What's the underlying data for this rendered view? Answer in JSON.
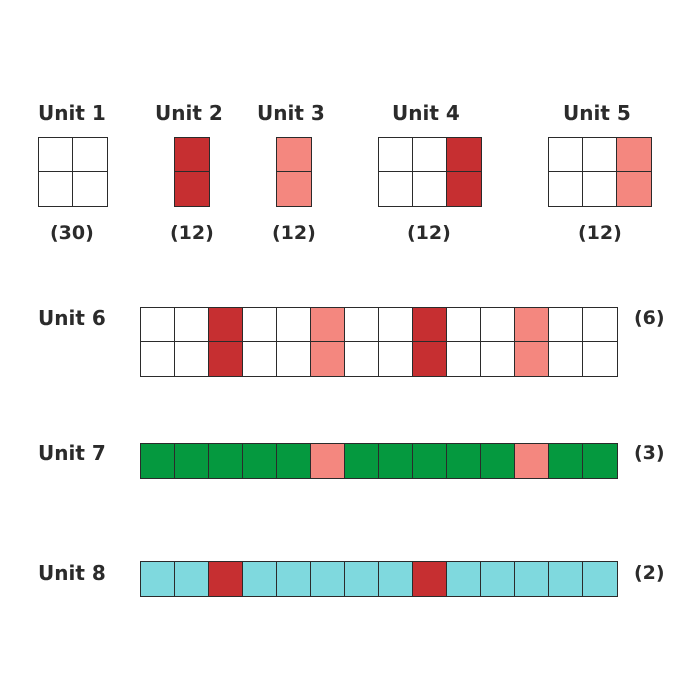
{
  "colors": {
    "white": "#ffffff",
    "red": "#c62f31",
    "pink": "#f4877f",
    "green": "#05993f",
    "cyan": "#7fd9de",
    "border": "#2b2b2b"
  },
  "units": [
    {
      "label": "Unit 1",
      "count": "(30)",
      "rows": [
        [
          "white",
          "white"
        ],
        [
          "white",
          "white"
        ]
      ]
    },
    {
      "label": "Unit 2",
      "count": "(12)",
      "rows": [
        [
          "red"
        ],
        [
          "red"
        ]
      ]
    },
    {
      "label": "Unit 3",
      "count": "(12)",
      "rows": [
        [
          "pink"
        ],
        [
          "pink"
        ]
      ]
    },
    {
      "label": "Unit 4",
      "count": "(12)",
      "rows": [
        [
          "white",
          "white",
          "red"
        ],
        [
          "white",
          "white",
          "red"
        ]
      ]
    },
    {
      "label": "Unit 5",
      "count": "(12)",
      "rows": [
        [
          "white",
          "white",
          "pink"
        ],
        [
          "white",
          "white",
          "pink"
        ]
      ]
    },
    {
      "label": "Unit 6",
      "count": "(6)",
      "rows": [
        [
          "white",
          "white",
          "red",
          "white",
          "white",
          "pink",
          "white",
          "white",
          "red",
          "white",
          "white",
          "pink",
          "white",
          "white"
        ],
        [
          "white",
          "white",
          "red",
          "white",
          "white",
          "pink",
          "white",
          "white",
          "red",
          "white",
          "white",
          "pink",
          "white",
          "white"
        ]
      ]
    },
    {
      "label": "Unit 7",
      "count": "(3)",
      "rows": [
        [
          "green",
          "green",
          "green",
          "green",
          "green",
          "pink",
          "green",
          "green",
          "green",
          "green",
          "green",
          "pink",
          "green",
          "green"
        ]
      ]
    },
    {
      "label": "Unit 8",
      "count": "(2)",
      "rows": [
        [
          "cyan",
          "cyan",
          "red",
          "cyan",
          "cyan",
          "cyan",
          "cyan",
          "cyan",
          "red",
          "cyan",
          "cyan",
          "cyan",
          "cyan",
          "cyan"
        ]
      ]
    }
  ]
}
